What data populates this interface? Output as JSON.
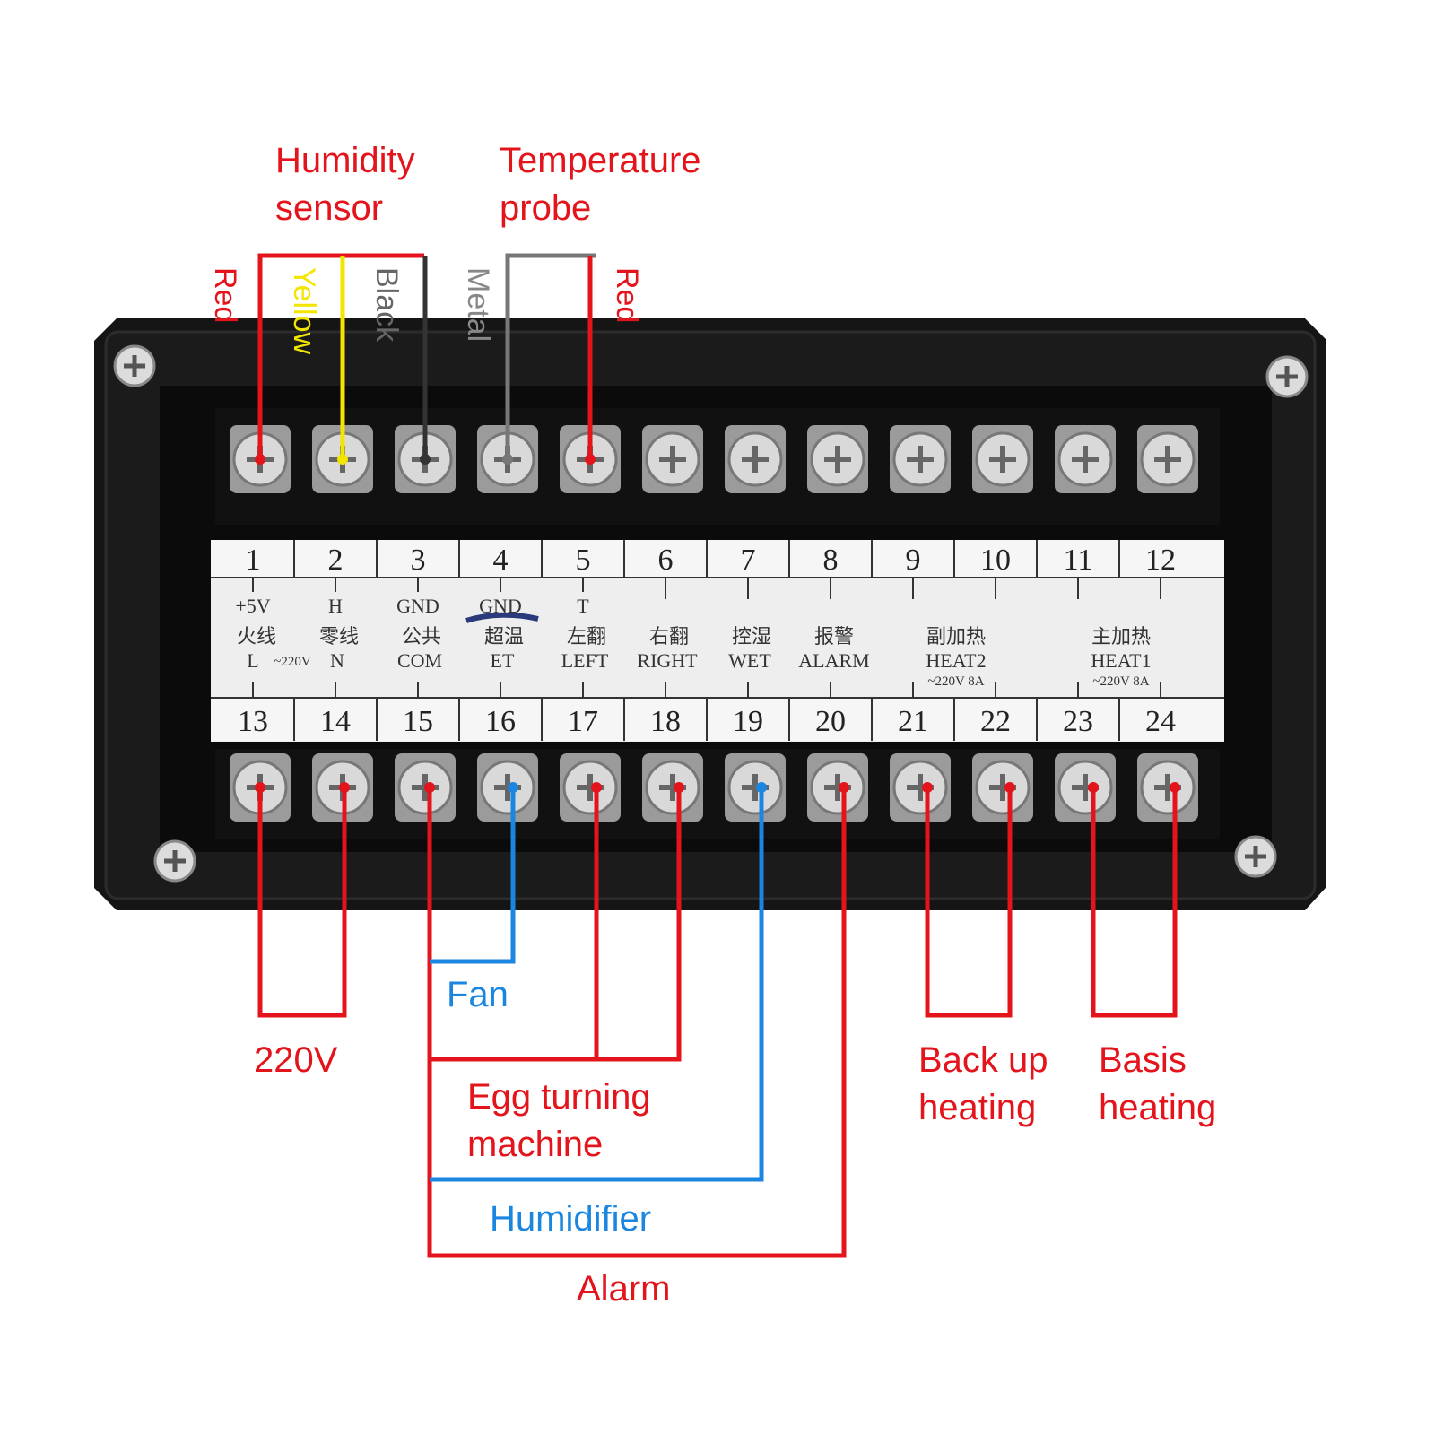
{
  "colors": {
    "red": "#e3141b",
    "blue": "#1b86e0",
    "yellow": "#f2e600",
    "black_wire": "#333333",
    "metal_wire": "#777777",
    "housing": "#141414",
    "label_strip": "#eeeeee"
  },
  "labels": {
    "humidity_sensor": [
      "Humidity",
      "sensor"
    ],
    "temperature_probe": [
      "Temperature",
      "probe"
    ],
    "v220": "220V",
    "fan": "Fan",
    "egg_turning": [
      "Egg turning",
      "machine"
    ],
    "humidifier": "Humidifier",
    "alarm": "Alarm",
    "backup_heating": [
      "Back up",
      "heating"
    ],
    "basis_heating": [
      "Basis",
      "heating"
    ]
  },
  "wire_labels": {
    "red1": "Red",
    "yellow": "Yellow",
    "black": "Black",
    "metal": "Metal",
    "red2": "Red"
  },
  "terminal_strip": {
    "top_numbers": [
      "1",
      "2",
      "3",
      "4",
      "5",
      "6",
      "7",
      "8",
      "9",
      "10",
      "11",
      "12"
    ],
    "top_signals": [
      "+5V",
      "H",
      "GND",
      "GND",
      "T",
      "",
      "",
      "",
      "",
      "",
      "",
      ""
    ],
    "bottom_numbers": [
      "13",
      "14",
      "15",
      "16",
      "17",
      "18",
      "19",
      "20",
      "21",
      "22",
      "23",
      "24"
    ],
    "cn_labels": [
      "火线",
      "零线",
      "公共",
      "超温",
      "左翻",
      "右翻",
      "控湿",
      "报警",
      "副加热",
      "主加热"
    ],
    "en_labels": [
      "L",
      "N",
      "COM",
      "ET",
      "LEFT",
      "RIGHT",
      "WET",
      "ALARM",
      "HEAT2",
      "HEAT1"
    ],
    "v220_small": "~220V",
    "heat_rating": "~220V 8A"
  }
}
